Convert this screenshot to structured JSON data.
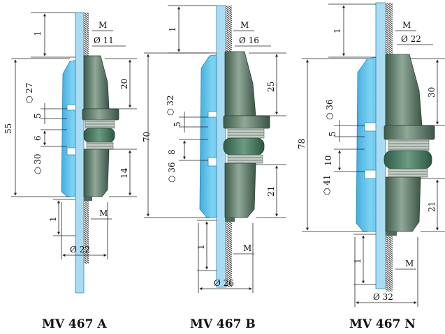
{
  "colors": {
    "insulator": "#6fc8ee",
    "insulator_dark": "#3aa6d8",
    "bolt_light": "#c9e8f6",
    "body_green": "#6d8a78",
    "body_green_dark": "#3f5a49",
    "nut_green": "#4d7a63",
    "washer_grey": "#b9c4bd",
    "thread": "#555"
  },
  "models": [
    {
      "caption": "MV 467  A",
      "labels": {
        "t_len_top": "1",
        "m_top": "M",
        "d_bolt": "Ø 11",
        "h_top": "20",
        "hex_upper": "⬡ 27",
        "total": "55",
        "s_upper": "5",
        "s_lower": "6",
        "hex_lower": "⬡ 30",
        "h_bottom": "14",
        "t_len_bot": "1",
        "m_bot": "M",
        "d_body": "Ø 22"
      }
    },
    {
      "caption": "MV 467  B",
      "labels": {
        "t_len_top": "1",
        "m_top": "M",
        "d_bolt": "Ø 16",
        "h_top": "25",
        "hex_upper": "⬡ 32",
        "total": "70",
        "s_upper": "5",
        "s_lower": "8",
        "hex_lower": "⬡ 36",
        "h_bottom": "21",
        "t_len_bot": "1",
        "m_bot": "M",
        "d_body": "Ø 26"
      }
    },
    {
      "caption": "MV 467  N",
      "labels": {
        "t_len_top": "1",
        "m_top": "M",
        "d_bolt": "Ø 22",
        "h_top": "30",
        "hex_upper": "⬡ 36",
        "total": "78",
        "s_upper": "5",
        "s_lower": "10",
        "hex_lower": "⬡ 41",
        "h_bottom": "21",
        "t_len_bot": "1",
        "m_bot": "M",
        "d_body": "Ø 32"
      }
    }
  ]
}
